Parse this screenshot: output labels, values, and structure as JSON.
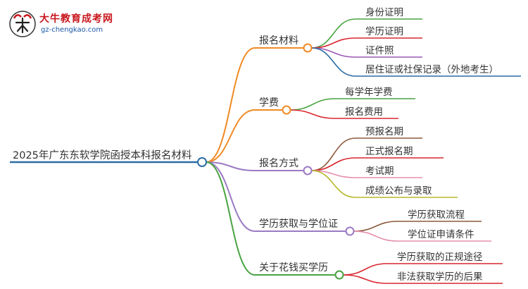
{
  "brand": {
    "title": "大牛教育成考网",
    "url": "gz-chengkao.com",
    "mark_text": "大牛",
    "color": "#c8161d"
  },
  "mindmap": {
    "root": {
      "label": "2025年广东东软学院函授本科报名材料",
      "color": "#2b6ca3"
    },
    "branches": [
      {
        "label": "报名材料",
        "color": "#f08a24",
        "children": [
          {
            "label": "身份证明",
            "color": "#49a441"
          },
          {
            "label": "学历证明",
            "color": "#d9272f"
          },
          {
            "label": "证件照",
            "color": "#9b59b6"
          },
          {
            "label": "居住证或社保记录（外地考生）",
            "color": "#2b6ca3"
          }
        ]
      },
      {
        "label": "学费",
        "color": "#f08a24",
        "children": [
          {
            "label": "每学年学费",
            "color": "#49a441"
          },
          {
            "label": "报名费用",
            "color": "#d9272f"
          }
        ]
      },
      {
        "label": "报名方式",
        "color": "#9b7bc4",
        "children": [
          {
            "label": "预报名期",
            "color": "#8b5a3c"
          },
          {
            "label": "正式报名期",
            "color": "#d9272f"
          },
          {
            "label": "考试期",
            "color": "#e58fb0"
          },
          {
            "label": "成绩公布与录取",
            "color": "#b5b82a"
          }
        ]
      },
      {
        "label": "学历获取与学位证",
        "color": "#9b7bc4",
        "children": [
          {
            "label": "学历获取流程",
            "color": "#8b5a3c"
          },
          {
            "label": "学位证申请条件",
            "color": "#e58fb0"
          }
        ]
      },
      {
        "label": "关于花钱买学历",
        "color": "#49a441",
        "children": [
          {
            "label": "学历获取的正规途径",
            "color": "#d9272f"
          },
          {
            "label": "非法获取学历的后果",
            "color": "#d9272f"
          }
        ]
      }
    ]
  }
}
